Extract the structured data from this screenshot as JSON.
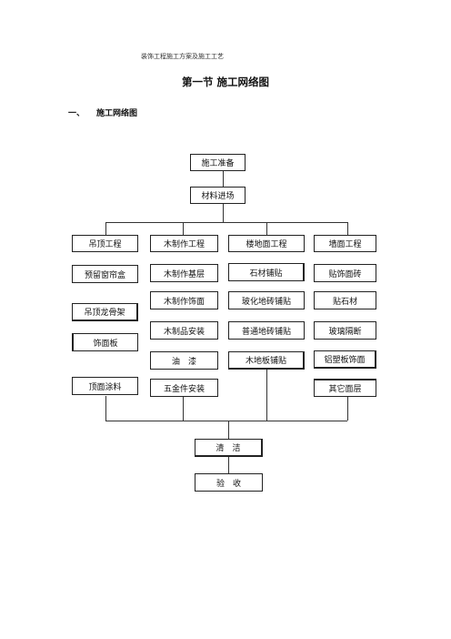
{
  "header": {
    "text": "装饰工程施工方案及施工工艺"
  },
  "title": "第一节  施工网络图",
  "section": {
    "number": "一、",
    "label": "施工网络图"
  },
  "flow": {
    "prep": "施工准备",
    "materials": "材料进场",
    "ceiling": {
      "head": "吊顶工程",
      "items": [
        "预留窗帘盒",
        "吊顶龙骨架",
        "饰面板",
        "顶面涂料"
      ]
    },
    "wood": {
      "head": "木制作工程",
      "items": [
        "木制作基层",
        "木制作饰面",
        "木制品安装",
        "油　漆",
        "五金件安装"
      ]
    },
    "floor": {
      "head": "楼地面工程",
      "items": [
        "石材铺贴",
        "玻化地砖铺贴",
        "普通地砖铺贴",
        "木地板铺贴"
      ]
    },
    "wall": {
      "head": "墙面工程",
      "items": [
        "贴饰面砖",
        "贴石材",
        "玻璃隔断",
        "铝塑板饰面",
        "其它面层"
      ]
    },
    "clean": "清　洁",
    "accept": "验　收"
  }
}
